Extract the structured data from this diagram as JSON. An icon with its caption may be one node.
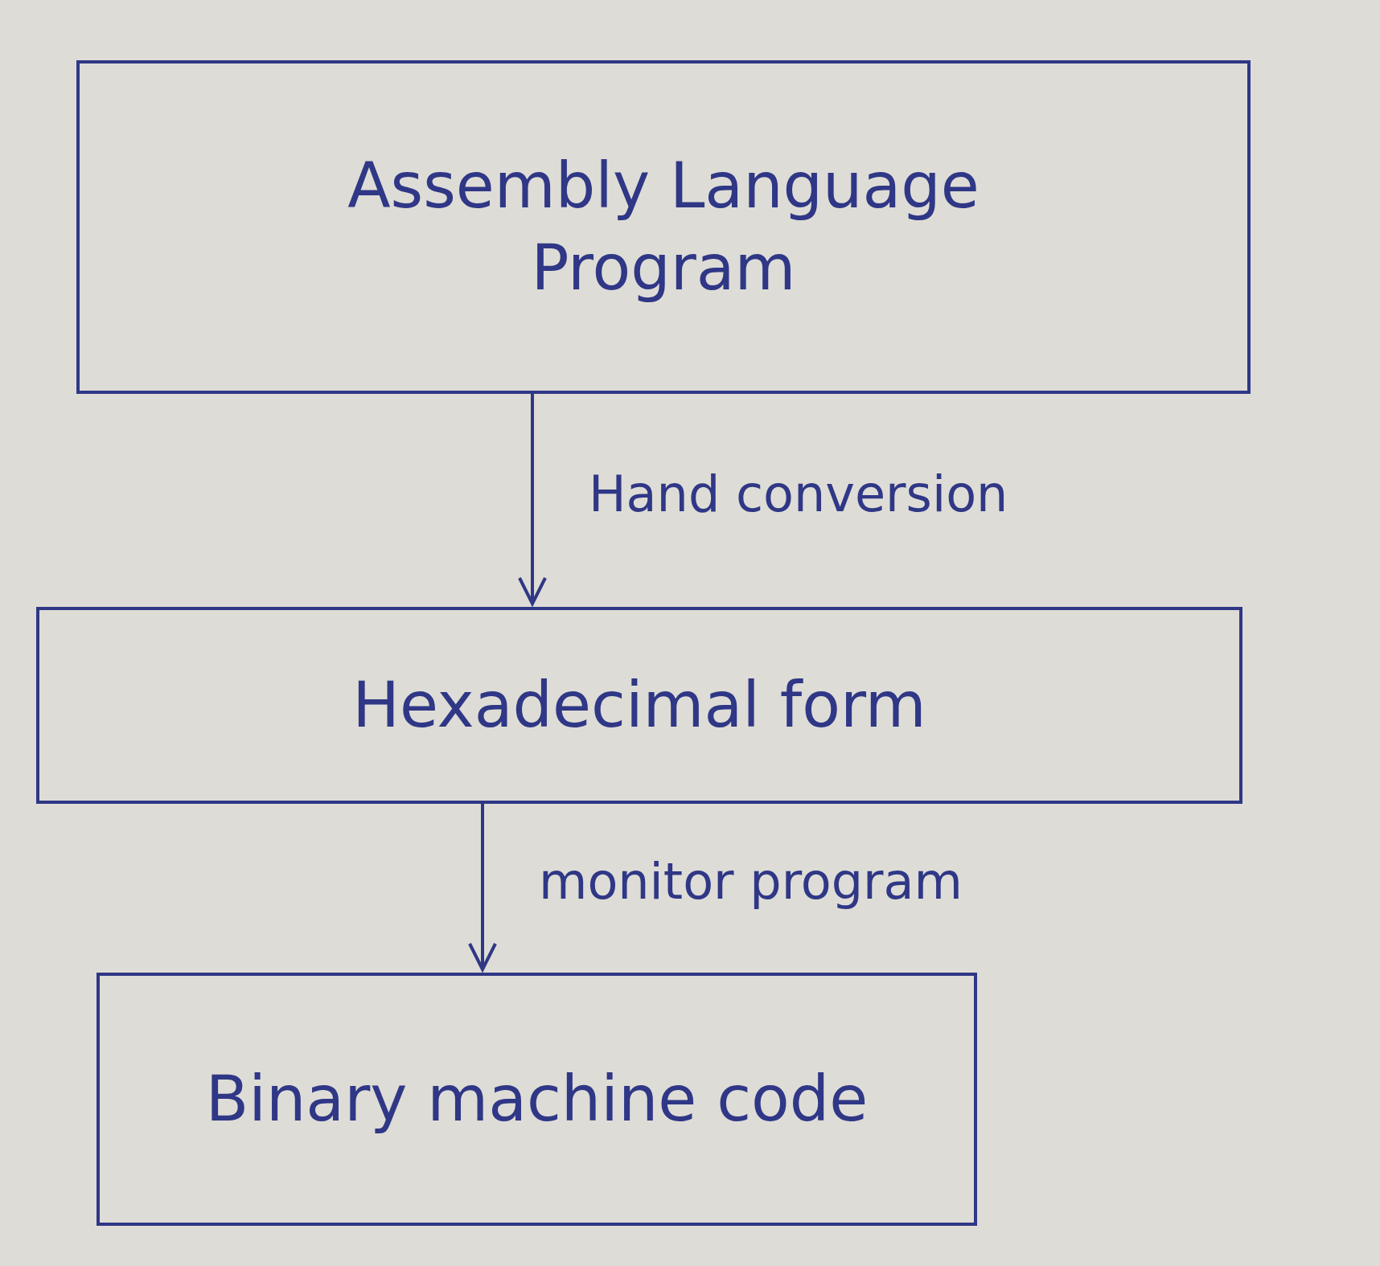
{
  "diagram": {
    "nodes": [
      {
        "text": [
          "Assembly Language Program"
        ]
      },
      {
        "text": [
          "Hexadecimal form"
        ]
      },
      {
        "text": [
          "Binary machine code"
        ]
      }
    ],
    "edges": [
      {
        "from": 0,
        "to": 1,
        "arrow": "to",
        "label": "Hand conversion"
      },
      {
        "from": 1,
        "to": 2,
        "arrow": "to",
        "label": "monitor program"
      }
    ]
  }
}
